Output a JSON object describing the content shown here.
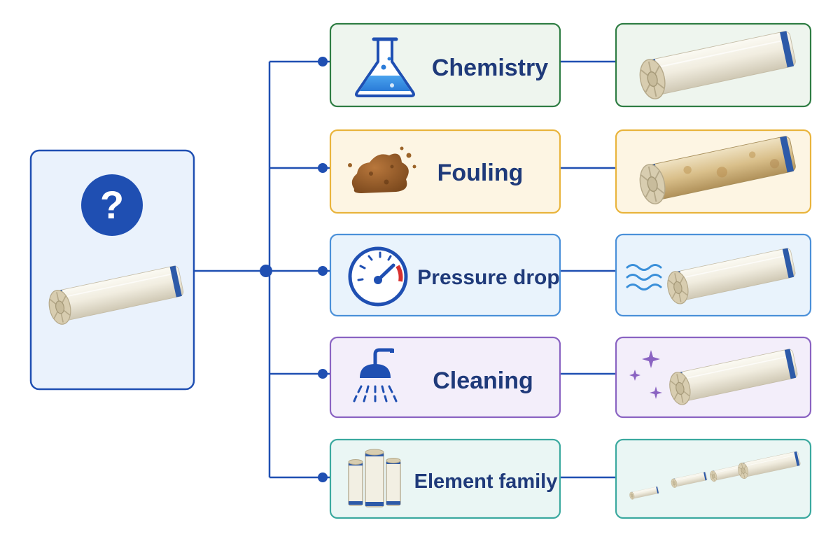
{
  "diagram": {
    "root": {
      "icon": "question-mark-icon",
      "image": "membrane-element-image"
    },
    "categories": [
      {
        "id": "chemistry",
        "label": "Chemistry",
        "icon": "flask-icon",
        "image": "membrane-element-clean-image",
        "color": "#2e7d43",
        "fill": "#eef5ee"
      },
      {
        "id": "fouling",
        "label": "Fouling",
        "icon": "sludge-icon",
        "image": "membrane-element-fouled-image",
        "color": "#e9b43c",
        "fill": "#fdf5e3"
      },
      {
        "id": "pressure-drop",
        "label": "Pressure drop",
        "icon": "pressure-gauge-icon",
        "image": "membrane-element-flow-image",
        "color": "#4a90d9",
        "fill": "#e9f3fc"
      },
      {
        "id": "cleaning",
        "label": "Cleaning",
        "icon": "shower-icon",
        "image": "membrane-element-sparkle-image",
        "color": "#8a63c2",
        "fill": "#f3eefa"
      },
      {
        "id": "element-family",
        "label": "Element family",
        "icon": "element-sizes-icon",
        "image": "membrane-element-sizes-image",
        "color": "#3ba99f",
        "fill": "#eaf6f4"
      }
    ],
    "colors": {
      "connector": "#1f4fb2",
      "root_border": "#1f4fb2",
      "root_fill": "#eaf2fc",
      "label": "#1f3a7a"
    }
  }
}
